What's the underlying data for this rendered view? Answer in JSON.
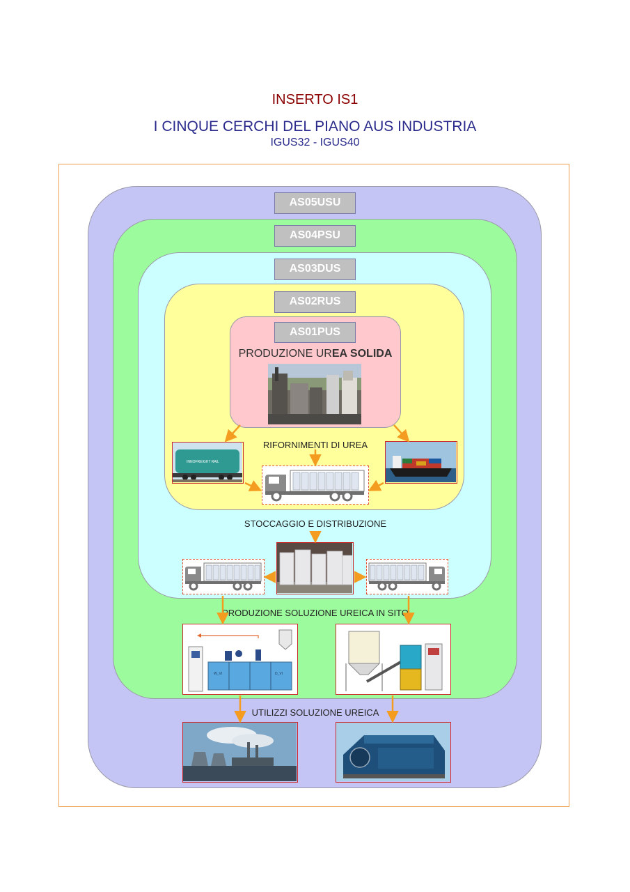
{
  "header": {
    "insert_title": "INSERTO IS1",
    "main_title": "I CINQUE CERCHI DEL PIANO AUS INDUSTRIA",
    "subtitle": "IGUS32 - IGUS40"
  },
  "circles": [
    {
      "code": "AS05USU",
      "color": "#c5c5f5"
    },
    {
      "code": "AS04PSU",
      "color": "#9cfb9c"
    },
    {
      "code": "AS03DUS",
      "color": "#ccffff"
    },
    {
      "code": "AS02RUS",
      "color": "#ffff9c"
    },
    {
      "code": "AS01PUS",
      "color": "#ffc8cc"
    }
  ],
  "labels": {
    "production_part1": "PRODUZIONE UR",
    "production_part2": "EA SOLIDA",
    "supply": "RIFORNIMENTI DI UREA",
    "storage": "STOCCAGGIO E DISTRIBUZIONE",
    "onsite": "PRODUZIONE SOLUZIONE UREICA IN SITO",
    "uses": "UTILIZZI SOLUZIONE UREICA"
  },
  "images": {
    "plant": "urea-plant-photo",
    "rail": "rail-wagon-photo",
    "ship": "container-ship-photo",
    "truck": "truck-icon",
    "bags": "big-bags-photo",
    "tank_scheme": "mixing-tank-diagram",
    "silo_scheme": "silo-dosing-diagram",
    "power_plant": "power-plant-photo",
    "engine": "diesel-engine-photo"
  },
  "rail_text": "INNOFREIGHT RAIL",
  "tank_texts": {
    "left": "W_VI",
    "right": "D_VI"
  },
  "colors": {
    "arrow": "#f39c1f",
    "frame": "#f0a050",
    "photo_border": "#cc2a2a"
  }
}
